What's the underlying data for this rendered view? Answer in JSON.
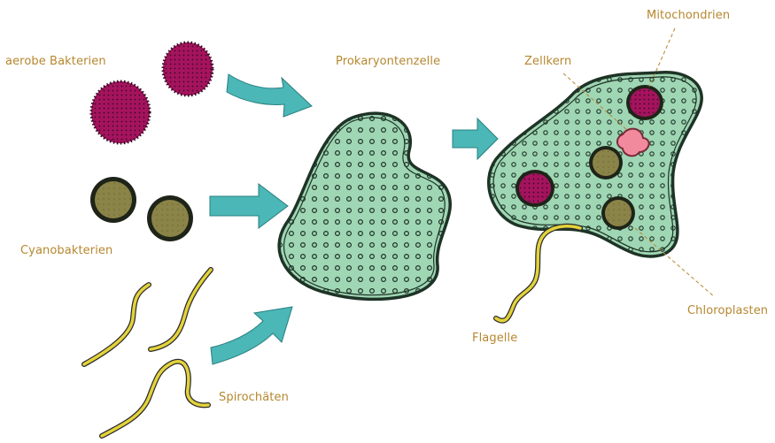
{
  "labels": {
    "aerobic_bacteria": "aerobe Bakterien",
    "cyanobacteria": "Cyanobakterien",
    "spirochetes": "Spirochäten",
    "prokaryote_cell": "Prokaryontenzelle",
    "nucleus": "Zellkern",
    "mitochondria": "Mitochondrien",
    "chloroplasts": "Chloroplasten",
    "flagellum": "Flagelle"
  },
  "colors": {
    "label_text": "#b6872f",
    "arrow": "#4bb7b7",
    "cell_fill": "#9fd6b4",
    "cell_outline": "#1e3326",
    "aerobic_fill": "#a5135e",
    "cyano_fill": "#8b8448",
    "spirochete": "#e3d33a",
    "nucleus_fill": "#f08a9c"
  },
  "icons": {
    "arrows": "block-arrow",
    "organisms": [
      "aerobic-bacterium",
      "cyanobacterium",
      "spirochete"
    ]
  }
}
